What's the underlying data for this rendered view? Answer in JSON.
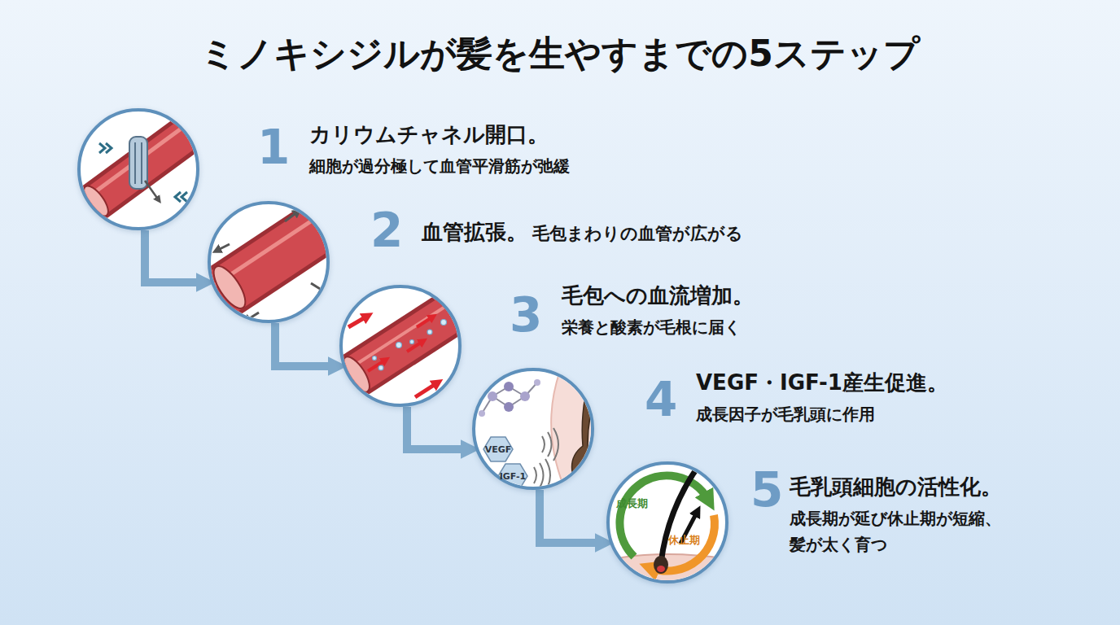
{
  "diagram": {
    "title": "ミノキシジルが髪を生やすまでの5ステップ",
    "nodes": [
      {
        "text": [
          "1",
          "カリウムチャネル開口。",
          "細胞が過分極して血管平滑筋が弛緩"
        ]
      },
      {
        "text": [
          "2",
          "血管拡張。",
          "毛包まわりの血管が広がる"
        ]
      },
      {
        "text": [
          "3",
          "毛包への血流増加。",
          "栄養と酸素が毛根に届く"
        ]
      },
      {
        "text": [
          "4",
          "VEGF・IGF-1産生促進。",
          "成長因子が毛乳頭に作用"
        ]
      },
      {
        "text": [
          "5",
          "毛乳頭細胞の活性化。",
          "成長期が延び休止期が短縮、 髪が太く育つ"
        ]
      }
    ],
    "edges": [
      {
        "from": 0,
        "to": 1,
        "arrow": "to"
      },
      {
        "from": 1,
        "to": 2,
        "arrow": "to"
      },
      {
        "from": 2,
        "to": 3,
        "arrow": "to"
      },
      {
        "from": 3,
        "to": 4,
        "arrow": "to"
      }
    ],
    "labels": [
      "VEGF",
      "IGF-1",
      "成長期",
      "休止期"
    ]
  }
}
